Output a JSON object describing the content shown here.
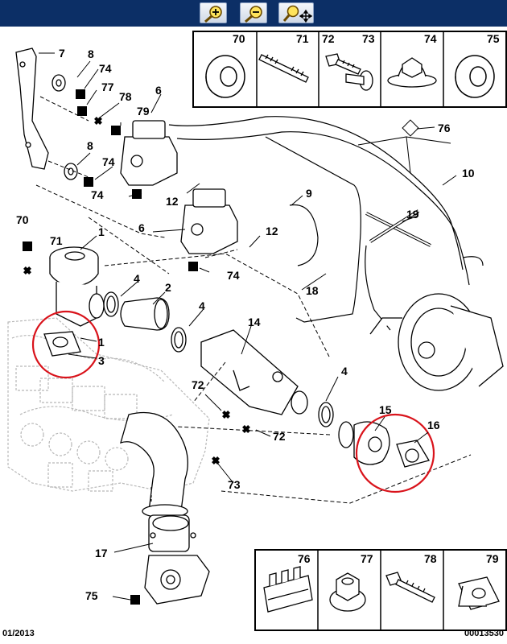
{
  "toolbar": {
    "zoom_in_icon": "magnifier-plus-icon",
    "zoom_out_icon": "magnifier-minus-icon",
    "pan_icon": "magnifier-move-icon",
    "bar_color": "#0c2f66"
  },
  "legend_top": {
    "cells": [
      {
        "label": "70",
        "icon": "flat-washer-icon"
      },
      {
        "label": "71",
        "icon": "stud-icon"
      },
      {
        "label": "72",
        "icon": "bolt-icon"
      },
      {
        "label": "73",
        "icon": "bolt-icon"
      },
      {
        "label": "74",
        "icon": "nut-icon"
      },
      {
        "label": "75",
        "icon": "flat-washer-icon"
      }
    ]
  },
  "legend_bottom": {
    "cells": [
      {
        "label": "76",
        "icon": "clip-strip-icon"
      },
      {
        "label": "77",
        "icon": "flange-nut-icon"
      },
      {
        "label": "78",
        "icon": "bolt-icon"
      },
      {
        "label": "79",
        "icon": "cage-nut-icon"
      }
    ]
  },
  "callouts": {
    "c1a": "1",
    "c1b": "1",
    "c2": "2",
    "c3": "3",
    "c4a": "4",
    "c4b": "4",
    "c4c": "4",
    "c6a": "6",
    "c6b": "6",
    "c7": "7",
    "c8a": "8",
    "c8b": "8",
    "c9": "9",
    "c10": "10",
    "c12a": "12",
    "c12b": "12",
    "c14": "14",
    "c15": "15",
    "c16": "16",
    "c17": "17",
    "c18": "18",
    "c19": "19",
    "c70": "70",
    "c71": "71",
    "c72a": "72",
    "c72b": "72",
    "c73": "73",
    "c74a": "74",
    "c74b": "74",
    "c74c": "74",
    "c74d": "74",
    "c75": "75",
    "c76": "76",
    "c77": "77",
    "c78": "78",
    "c79": "79"
  },
  "highlight_color": "#d9131b",
  "footer": {
    "date": "01/2013",
    "ref": "00013530"
  }
}
